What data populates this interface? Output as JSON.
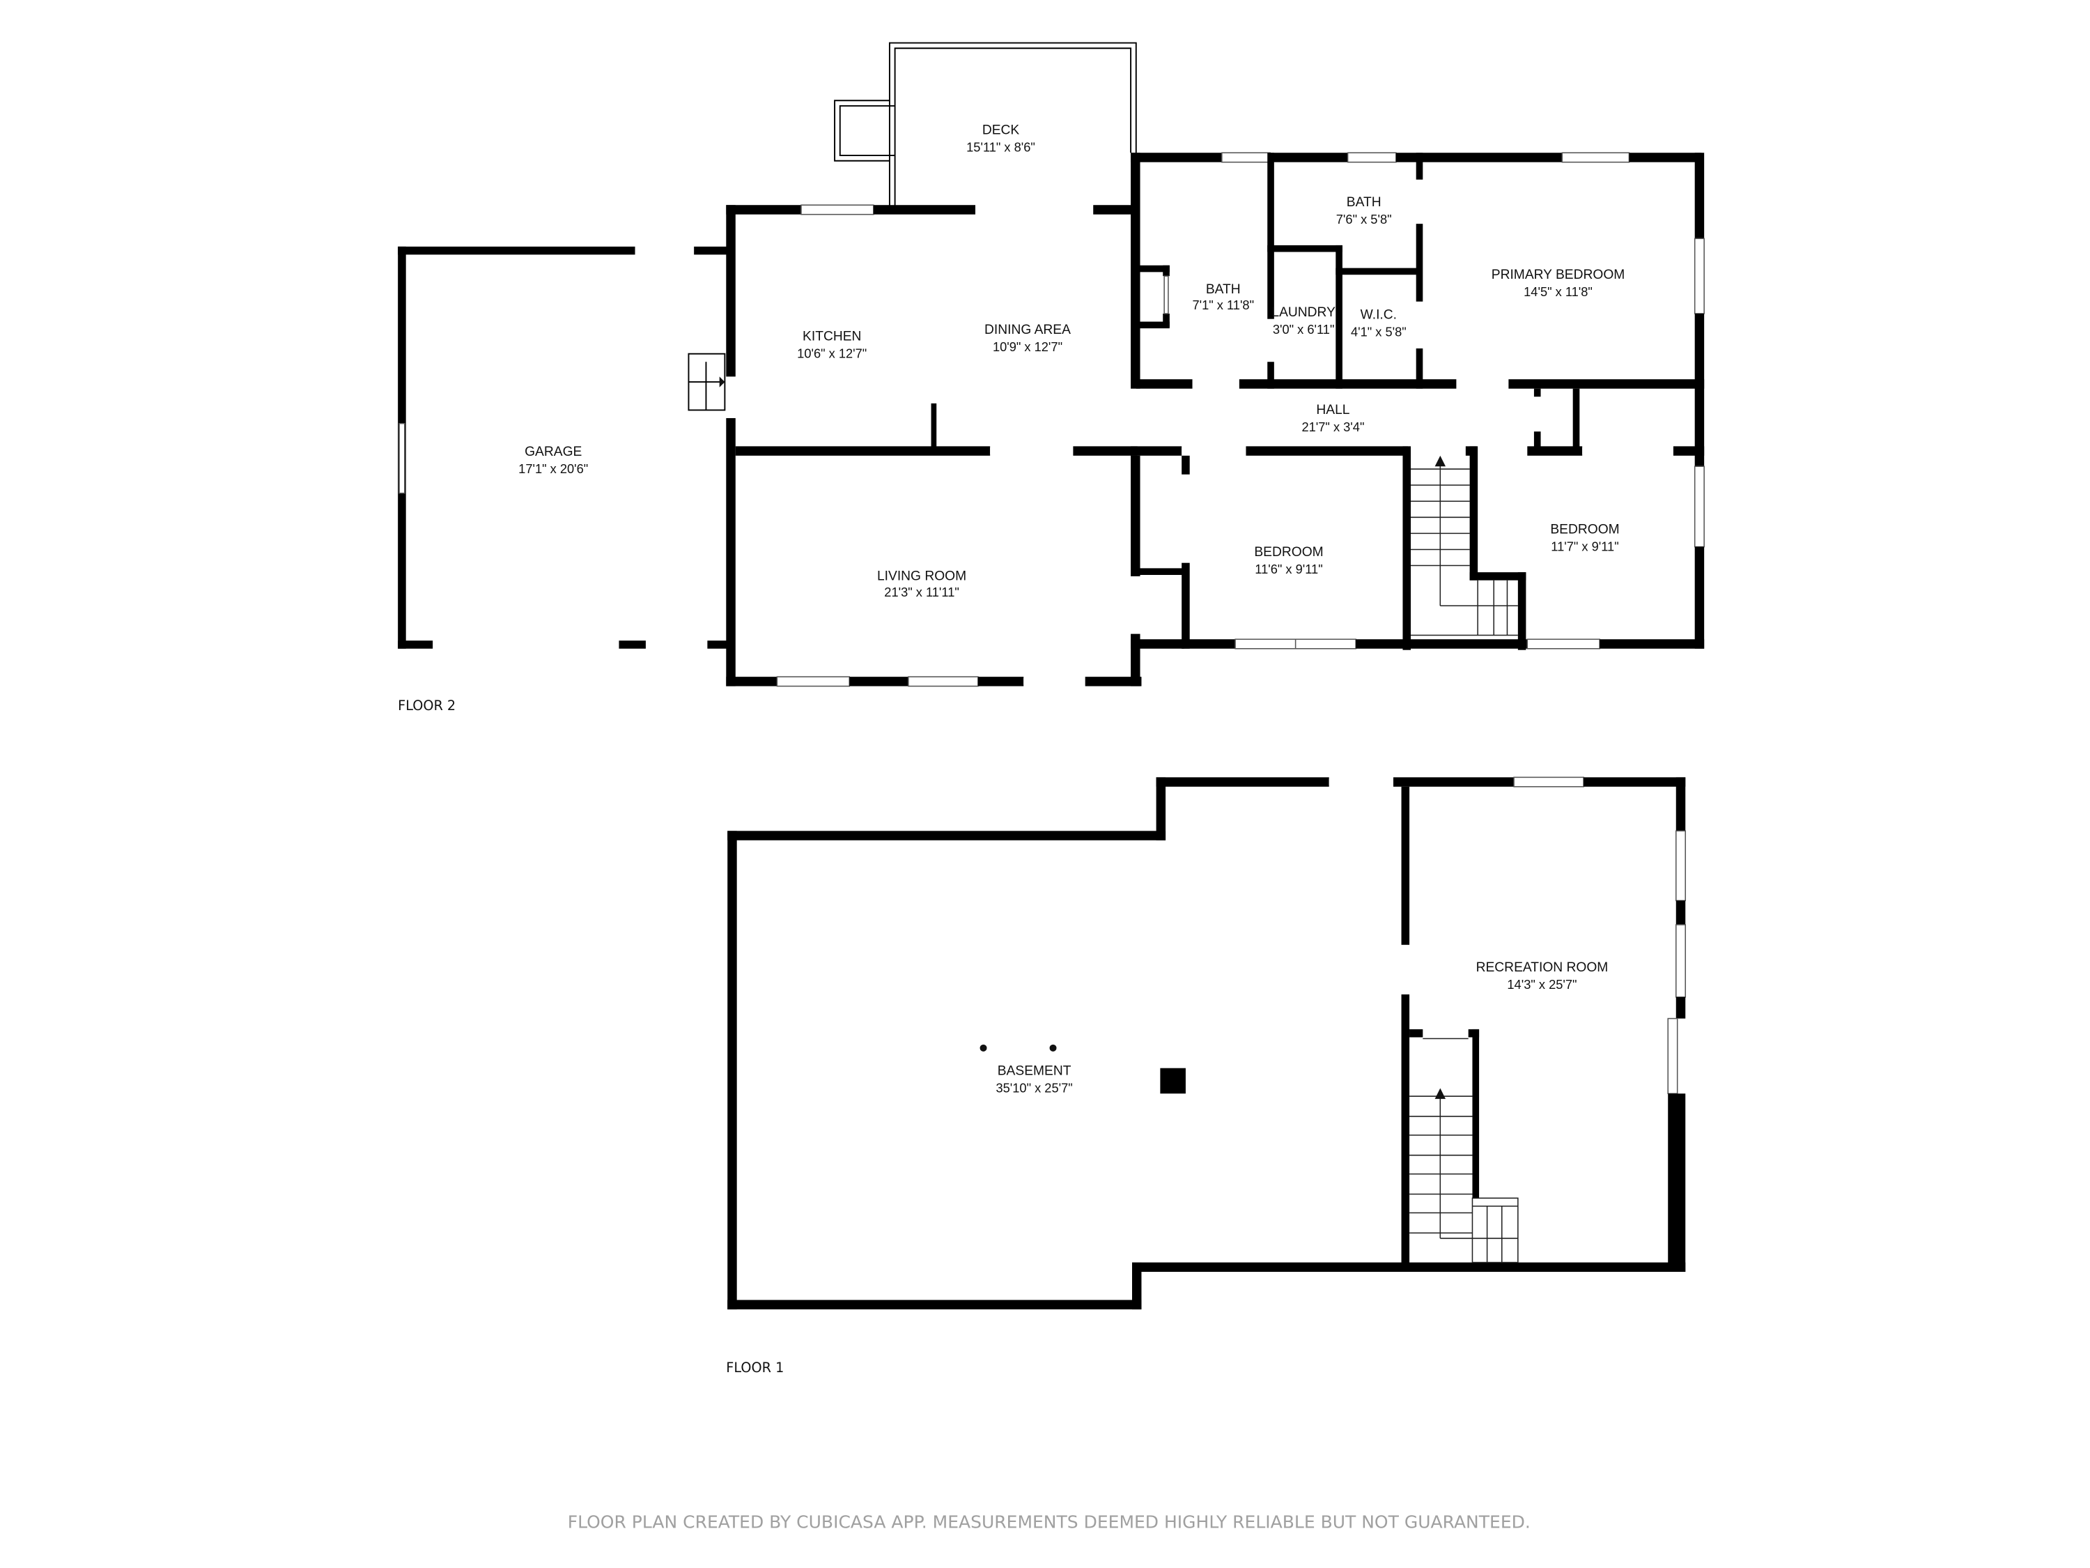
{
  "floors": [
    {
      "label": "FLOOR 2",
      "rooms": [
        {
          "name": "DECK",
          "dims": "15'11\" x 8'6\""
        },
        {
          "name": "GARAGE",
          "dims": "17'1\" x 20'6\""
        },
        {
          "name": "KITCHEN",
          "dims": "10'6\" x 12'7\""
        },
        {
          "name": "DINING AREA",
          "dims": "10'9\" x 12'7\""
        },
        {
          "name": "BATH",
          "dims": "7'1\" x 11'8\""
        },
        {
          "name": "BATH",
          "dims": "7'6\" x 5'8\""
        },
        {
          "name": "LAUNDRY",
          "dims": "3'0\" x 6'11\""
        },
        {
          "name": "W.I.C.",
          "dims": "4'1\" x 5'8\""
        },
        {
          "name": "PRIMARY BEDROOM",
          "dims": "14'5\" x 11'8\""
        },
        {
          "name": "HALL",
          "dims": "21'7\" x 3'4\""
        },
        {
          "name": "LIVING ROOM",
          "dims": "21'3\" x 11'11\""
        },
        {
          "name": "BEDROOM",
          "dims": "11'6\" x 9'11\""
        },
        {
          "name": "BEDROOM",
          "dims": "11'7\" x 9'11\""
        }
      ]
    },
    {
      "label": "FLOOR 1",
      "rooms": [
        {
          "name": "BASEMENT",
          "dims": "35'10\" x 25'7\""
        },
        {
          "name": "RECREATION ROOM",
          "dims": "14'3\" x 25'7\""
        }
      ]
    }
  ],
  "footer": {
    "disclaimer": "FLOOR PLAN CREATED BY CUBICASA APP. MEASUREMENTS DEEMED HIGHLY RELIABLE BUT NOT GUARANTEED."
  },
  "colors": {
    "wall": "#000000",
    "background": "#ffffff",
    "disclaimer": "#a0a0a0"
  }
}
